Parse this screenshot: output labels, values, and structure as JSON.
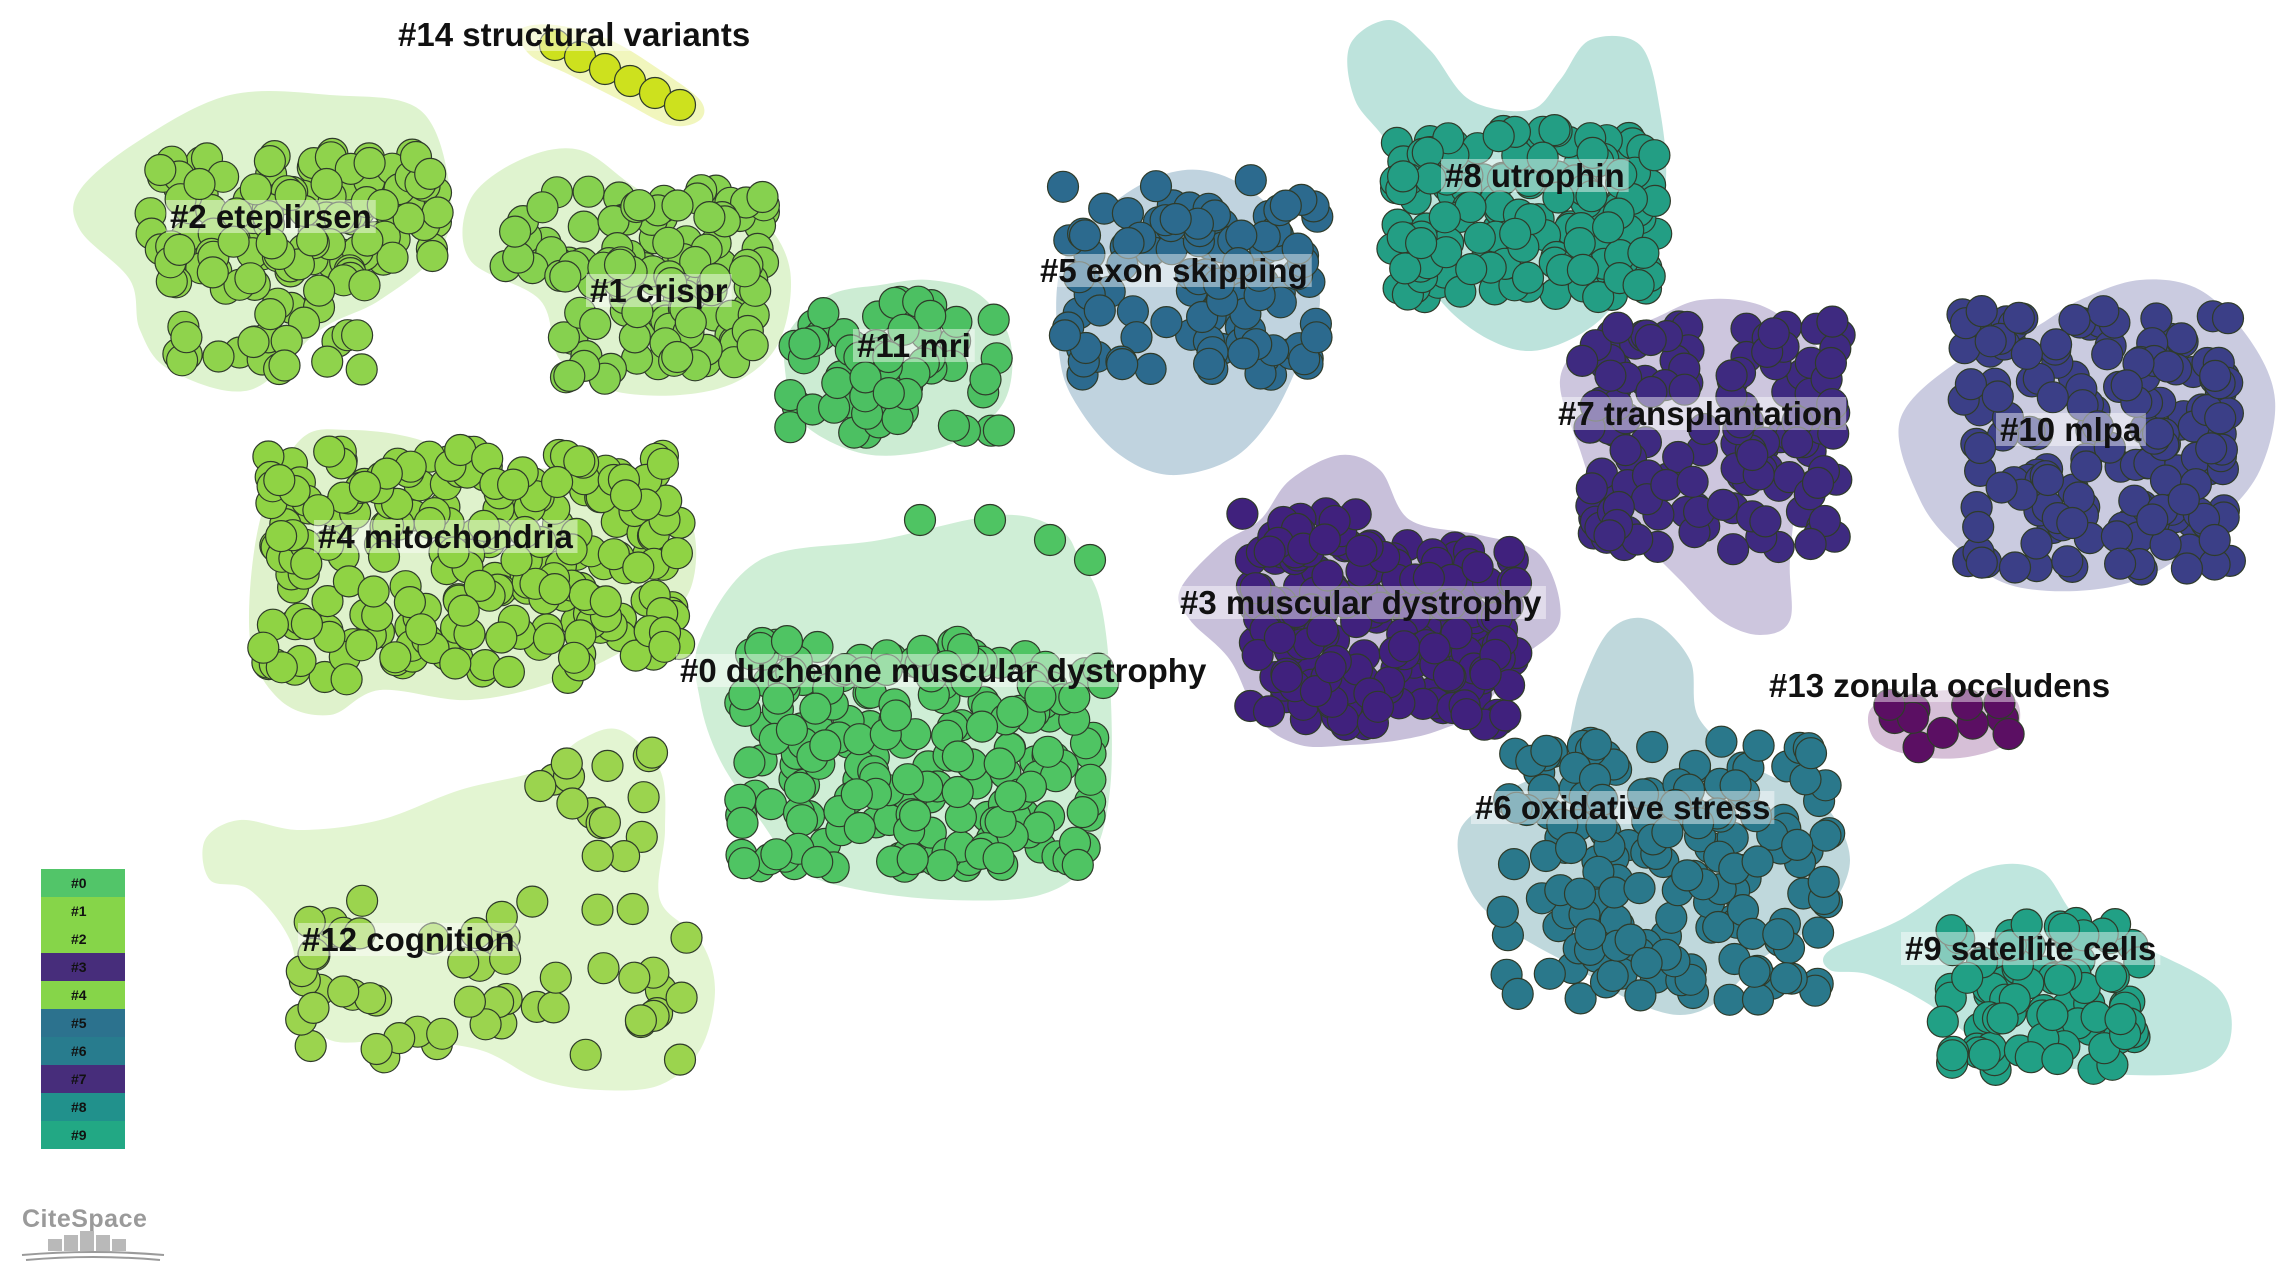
{
  "app": "CiteSpace",
  "clusters": [
    {
      "id": "0",
      "label": "#0 duchenne muscular dystrophy",
      "color": "#4fc463",
      "hull": "#cfeed6"
    },
    {
      "id": "1",
      "label": "#1 crispr",
      "color": "#86d14f",
      "hull": "#dff3cf"
    },
    {
      "id": "2",
      "label": "#2 eteplirsen",
      "color": "#8fd34c",
      "hull": "#def3cf"
    },
    {
      "id": "3",
      "label": "#3 muscular dystrophy",
      "color": "#40217d",
      "hull": "#c8c0da"
    },
    {
      "id": "4",
      "label": "#4 mitochondria",
      "color": "#8fd344",
      "hull": "#dff2cc"
    },
    {
      "id": "5",
      "label": "#5 exon skipping",
      "color": "#2c6a8e",
      "hull": "#c0d3df"
    },
    {
      "id": "6",
      "label": "#6 oxidative stress",
      "color": "#2a788b",
      "hull": "#bfd8dc"
    },
    {
      "id": "7",
      "label": "#7 transplantation",
      "color": "#3e2a80",
      "hull": "#cdc6de"
    },
    {
      "id": "8",
      "label": "#8 utrophin",
      "color": "#239e84",
      "hull": "#bde3dc"
    },
    {
      "id": "9",
      "label": "#9 satellite cells",
      "color": "#21a085",
      "hull": "#bfe6de"
    },
    {
      "id": "10",
      "label": "#10 mlpa",
      "color": "#3b3f87",
      "hull": "#cacbe0"
    },
    {
      "id": "11",
      "label": "#11 mri",
      "color": "#4cc062",
      "hull": "#ccecd3"
    },
    {
      "id": "12",
      "label": "#12 cognition",
      "color": "#9bd44e",
      "hull": "#e3f5d2"
    },
    {
      "id": "13",
      "label": "#13 zonula occludens",
      "color": "#5b0f63",
      "hull": "#d6bfd7"
    },
    {
      "id": "14",
      "label": "#14 structural variants",
      "color": "#cde11e",
      "hull": "#f1f6bd"
    }
  ],
  "legend": [
    {
      "label": "#0",
      "color": "#52c569"
    },
    {
      "label": "#1",
      "color": "#86d549"
    },
    {
      "label": "#2",
      "color": "#86d549"
    },
    {
      "label": "#3",
      "color": "#472d7b"
    },
    {
      "label": "#4",
      "color": "#86d549"
    },
    {
      "label": "#5",
      "color": "#2c728e"
    },
    {
      "label": "#6",
      "color": "#287c8e"
    },
    {
      "label": "#7",
      "color": "#472d7b"
    },
    {
      "label": "#8",
      "color": "#21918c"
    },
    {
      "label": "#9",
      "color": "#22a884"
    }
  ],
  "logo": {
    "text": "CiteSpace"
  }
}
